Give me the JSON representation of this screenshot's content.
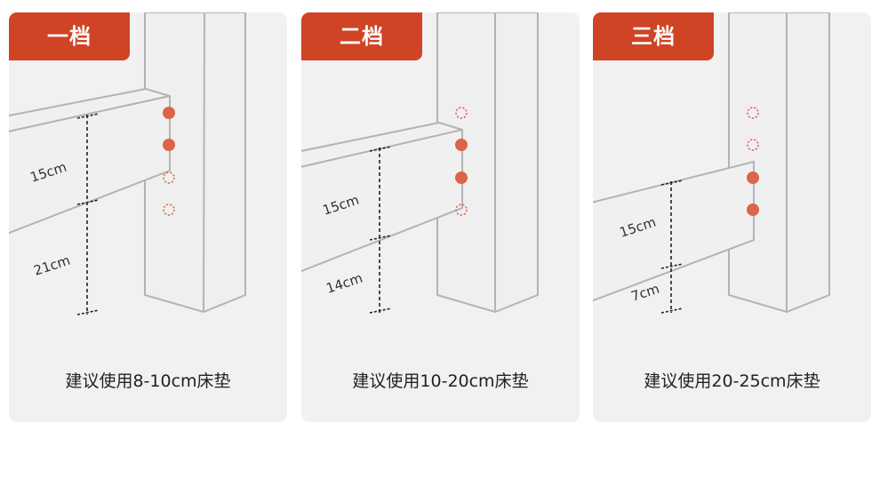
{
  "panels": [
    {
      "badge": "一档",
      "upper_dimension": "15cm",
      "lower_dimension": "21cm",
      "caption": "建议使用8-10cm床垫",
      "filled_holes": [
        1,
        2
      ],
      "empty_holes": [
        3,
        4
      ]
    },
    {
      "badge": "二档",
      "upper_dimension": "15cm",
      "lower_dimension": "14cm",
      "caption": "建议使用10-20cm床垫",
      "filled_holes": [
        2,
        3
      ],
      "empty_holes": [
        1,
        4
      ]
    },
    {
      "badge": "三档",
      "upper_dimension": "15cm",
      "lower_dimension": "7cm",
      "caption": "建议使用20-25cm床垫",
      "filled_holes": [
        3,
        4
      ],
      "empty_holes": [
        1,
        2
      ]
    }
  ],
  "colors": {
    "accent": "#cf4425",
    "hole": "#d9654a",
    "line": "#b3b3b3",
    "panel": "#f1f1f1"
  }
}
